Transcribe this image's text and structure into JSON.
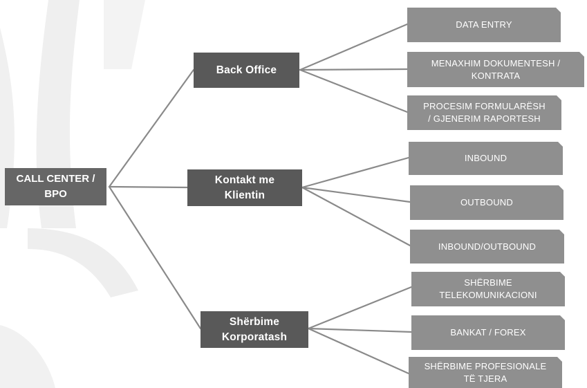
{
  "diagram": {
    "root": {
      "lines": [
        "CALL CENTER /",
        "BPO"
      ]
    },
    "branches": [
      {
        "label": "Back Office",
        "children": [
          {
            "lines": [
              "DATA ENTRY"
            ]
          },
          {
            "lines": [
              "MENAXHIM DOKUMENTESH /",
              "KONTRATA"
            ]
          },
          {
            "lines": [
              "PROCESIM FORMULARËSH",
              "/ GJENERIM RAPORTESH"
            ]
          }
        ]
      },
      {
        "label_lines": [
          "Kontakt me",
          "Klientin"
        ],
        "children": [
          {
            "lines": [
              "INBOUND"
            ]
          },
          {
            "lines": [
              "OUTBOUND"
            ]
          },
          {
            "lines": [
              "INBOUND/OUTBOUND"
            ]
          }
        ]
      },
      {
        "label_lines": [
          "Shërbime",
          "Korporatash"
        ],
        "children": [
          {
            "lines": [
              "SHËRBIME",
              "TELEKOMUNIKACIONI"
            ]
          },
          {
            "lines": [
              "BANKAT / FOREX"
            ]
          },
          {
            "lines": [
              "SHËRBIME PROFESIONALE",
              "TË TJERA"
            ]
          }
        ]
      }
    ],
    "colors": {
      "root_fill": "#666666",
      "branch_fill": "#595959",
      "leaf_fill": "#8f8f8f",
      "connector": "#8a8a8a",
      "watermark": "#ececec"
    }
  }
}
